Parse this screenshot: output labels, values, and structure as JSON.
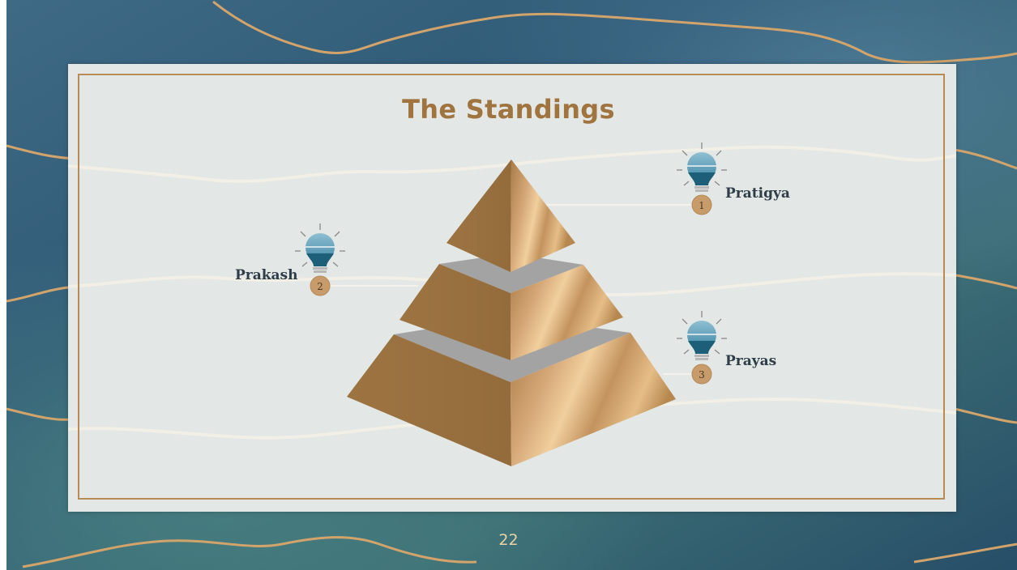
{
  "slide": {
    "title": "The Standings",
    "page_number": "22"
  },
  "standings": [
    {
      "rank": "1",
      "name": "Pratigya"
    },
    {
      "rank": "2",
      "name": "Prakash"
    },
    {
      "rank": "3",
      "name": "Prayas"
    }
  ],
  "colors": {
    "title": "#a0743e",
    "gold": "#b98b54",
    "bulb_blue": "#4f91ad",
    "bulb_dark": "#1d5f78",
    "badge": "#c89c6a",
    "label": "#2e3d47"
  }
}
